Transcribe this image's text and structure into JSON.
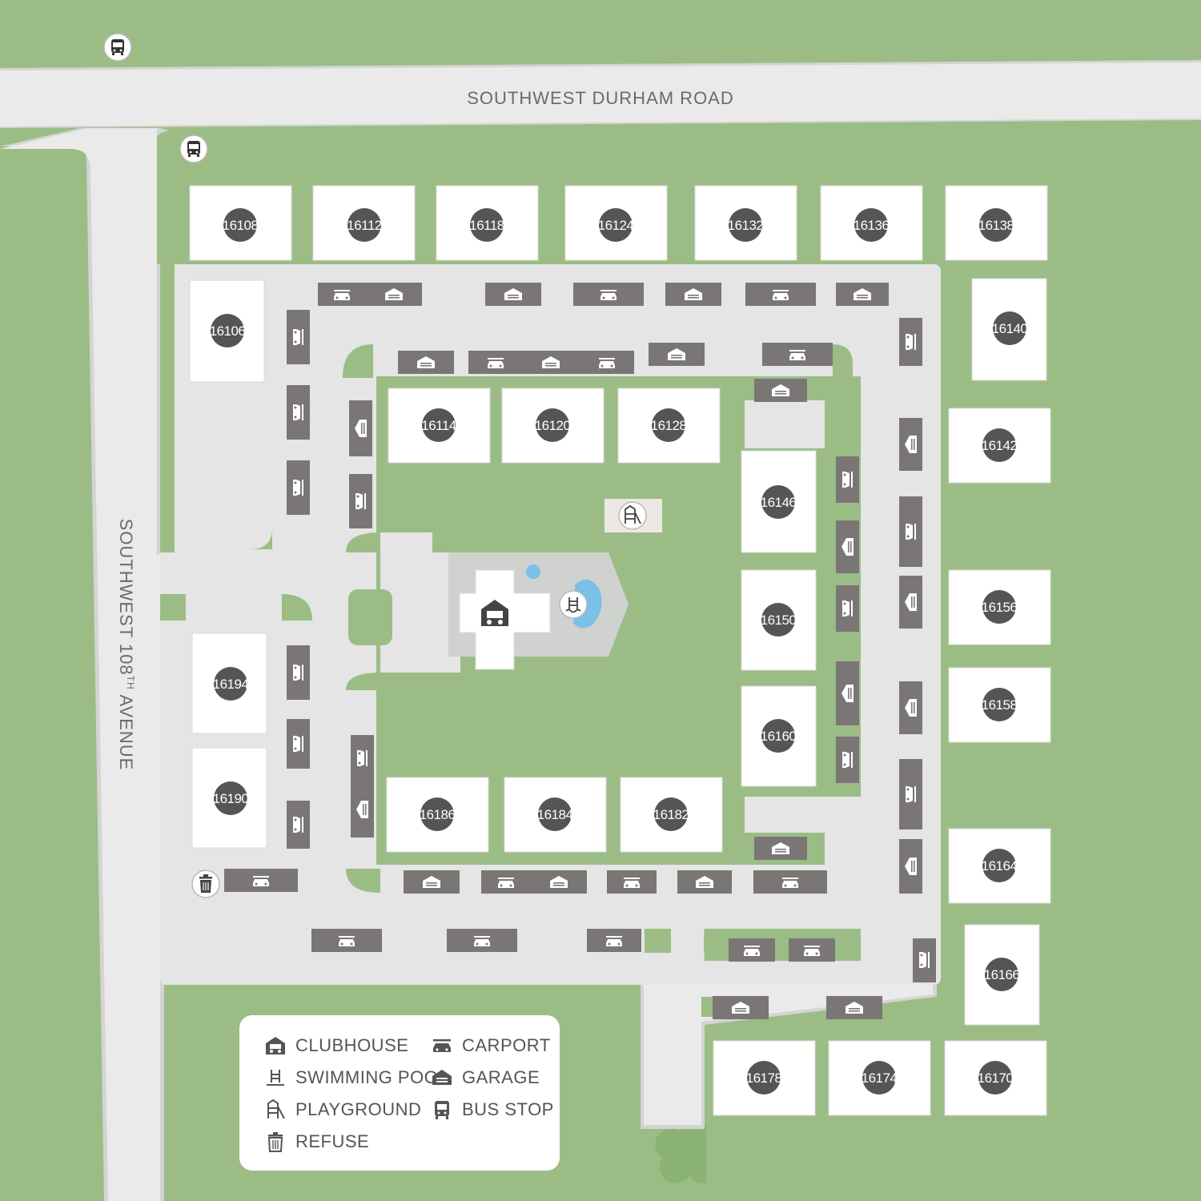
{
  "streets": {
    "north": "SOUTHWEST DURHAM ROAD",
    "west_prefix": "SOUTHWEST 108",
    "west_sup": "TH",
    "west_suffix": " AVENUE"
  },
  "buildings": [
    "16108",
    "16112",
    "16118",
    "16124",
    "16132",
    "16136",
    "16138",
    "16106",
    "16140",
    "16114",
    "16120",
    "16128",
    "16142",
    "16146",
    "16150",
    "16156",
    "16158",
    "16160",
    "16194",
    "16190",
    "16164",
    "16186",
    "16184",
    "16182",
    "16166",
    "16178",
    "16174",
    "16170"
  ],
  "legend": {
    "clubhouse": "CLUBHOUSE",
    "swimming_pool": "SWIMMING POOL",
    "playground": "PLAYGROUND",
    "refuse": "REFUSE",
    "carport": "CARPORT",
    "garage": "GARAGE",
    "bus_stop": "BUS STOP"
  },
  "icons": {
    "clubhouse": "clubhouse-icon",
    "swimming_pool": "swimming-pool-icon",
    "playground": "playground-icon",
    "refuse": "refuse-icon",
    "carport": "carport-icon",
    "garage": "garage-icon",
    "bus_stop": "bus-stop-icon"
  },
  "colors": {
    "grass": "#9bbd85",
    "road": "#e9eae9",
    "pavement": "#e4e5e4",
    "building": "#ffffff",
    "parking_structure": "#7a7675",
    "badge": "#555555",
    "water": "#7ac0e8"
  }
}
